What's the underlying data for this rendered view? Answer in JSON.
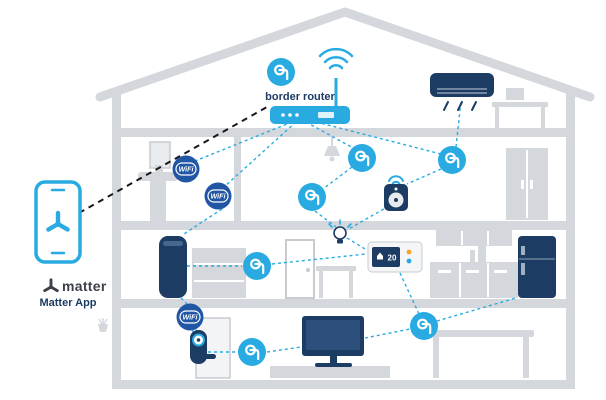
{
  "labels": {
    "border_router": "border router",
    "wifi_badge": "WiFi",
    "thermostat_value": "20",
    "matter_brand": "matter",
    "matter_app_caption": "Matter App"
  },
  "colors": {
    "thread_blue": "#29abe2",
    "wifi_badge_navy": "#2156a5",
    "device_navy": "#1d3c63",
    "structure_gray": "#d4d8dc",
    "connection_blue": "#29abe2",
    "connection_black": "#16181c",
    "background": "#ffffff"
  },
  "icons": [
    "matter-logo-icon",
    "thread-badge-icon",
    "wifi-badge-icon",
    "wifi-waves-icon",
    "light-bulb-icon",
    "router-antenna-icon"
  ],
  "devices": [
    "smartphone",
    "border-router",
    "air-conditioner",
    "smart-speaker",
    "smart-plug",
    "smart-bulb",
    "thermostat",
    "television",
    "smart-door-lock",
    "refrigerator"
  ]
}
